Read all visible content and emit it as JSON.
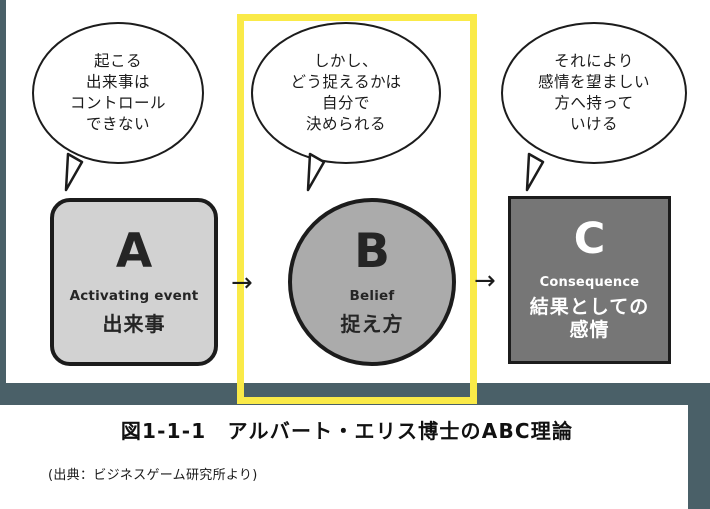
{
  "figure": {
    "highlight_color": "#faea48",
    "frame_color": "#4a6068",
    "bubbles": [
      {
        "id": "bubble-a",
        "text": "起こる\n出来事は\nコントロール\nできない"
      },
      {
        "id": "bubble-b",
        "text": "しかし、\nどう捉えるかは\n自分で\n決められる"
      },
      {
        "id": "bubble-c",
        "text": "それにより\n感情を望ましい\n方へ持って\nいける"
      }
    ],
    "nodes": [
      {
        "id": "node-a",
        "letter": "A",
        "english": "Activating event",
        "japanese": "出来事",
        "fill": "#d2d2d2"
      },
      {
        "id": "node-b",
        "letter": "B",
        "english": "Belief",
        "japanese": "捉え方",
        "fill": "#ababab"
      },
      {
        "id": "node-c",
        "letter": "C",
        "english": "Consequence",
        "japanese": "結果としての\n感情",
        "fill": "#767676"
      }
    ],
    "arrows": [
      {
        "id": "arrow-a-to-b",
        "glyph": "→"
      },
      {
        "id": "arrow-b-to-c",
        "glyph": "→"
      }
    ],
    "caption": {
      "title": "図1-1-1　アルバート・エリス博士のABC理論",
      "source": "(出典：ビジネスゲーム研究所より)"
    }
  }
}
